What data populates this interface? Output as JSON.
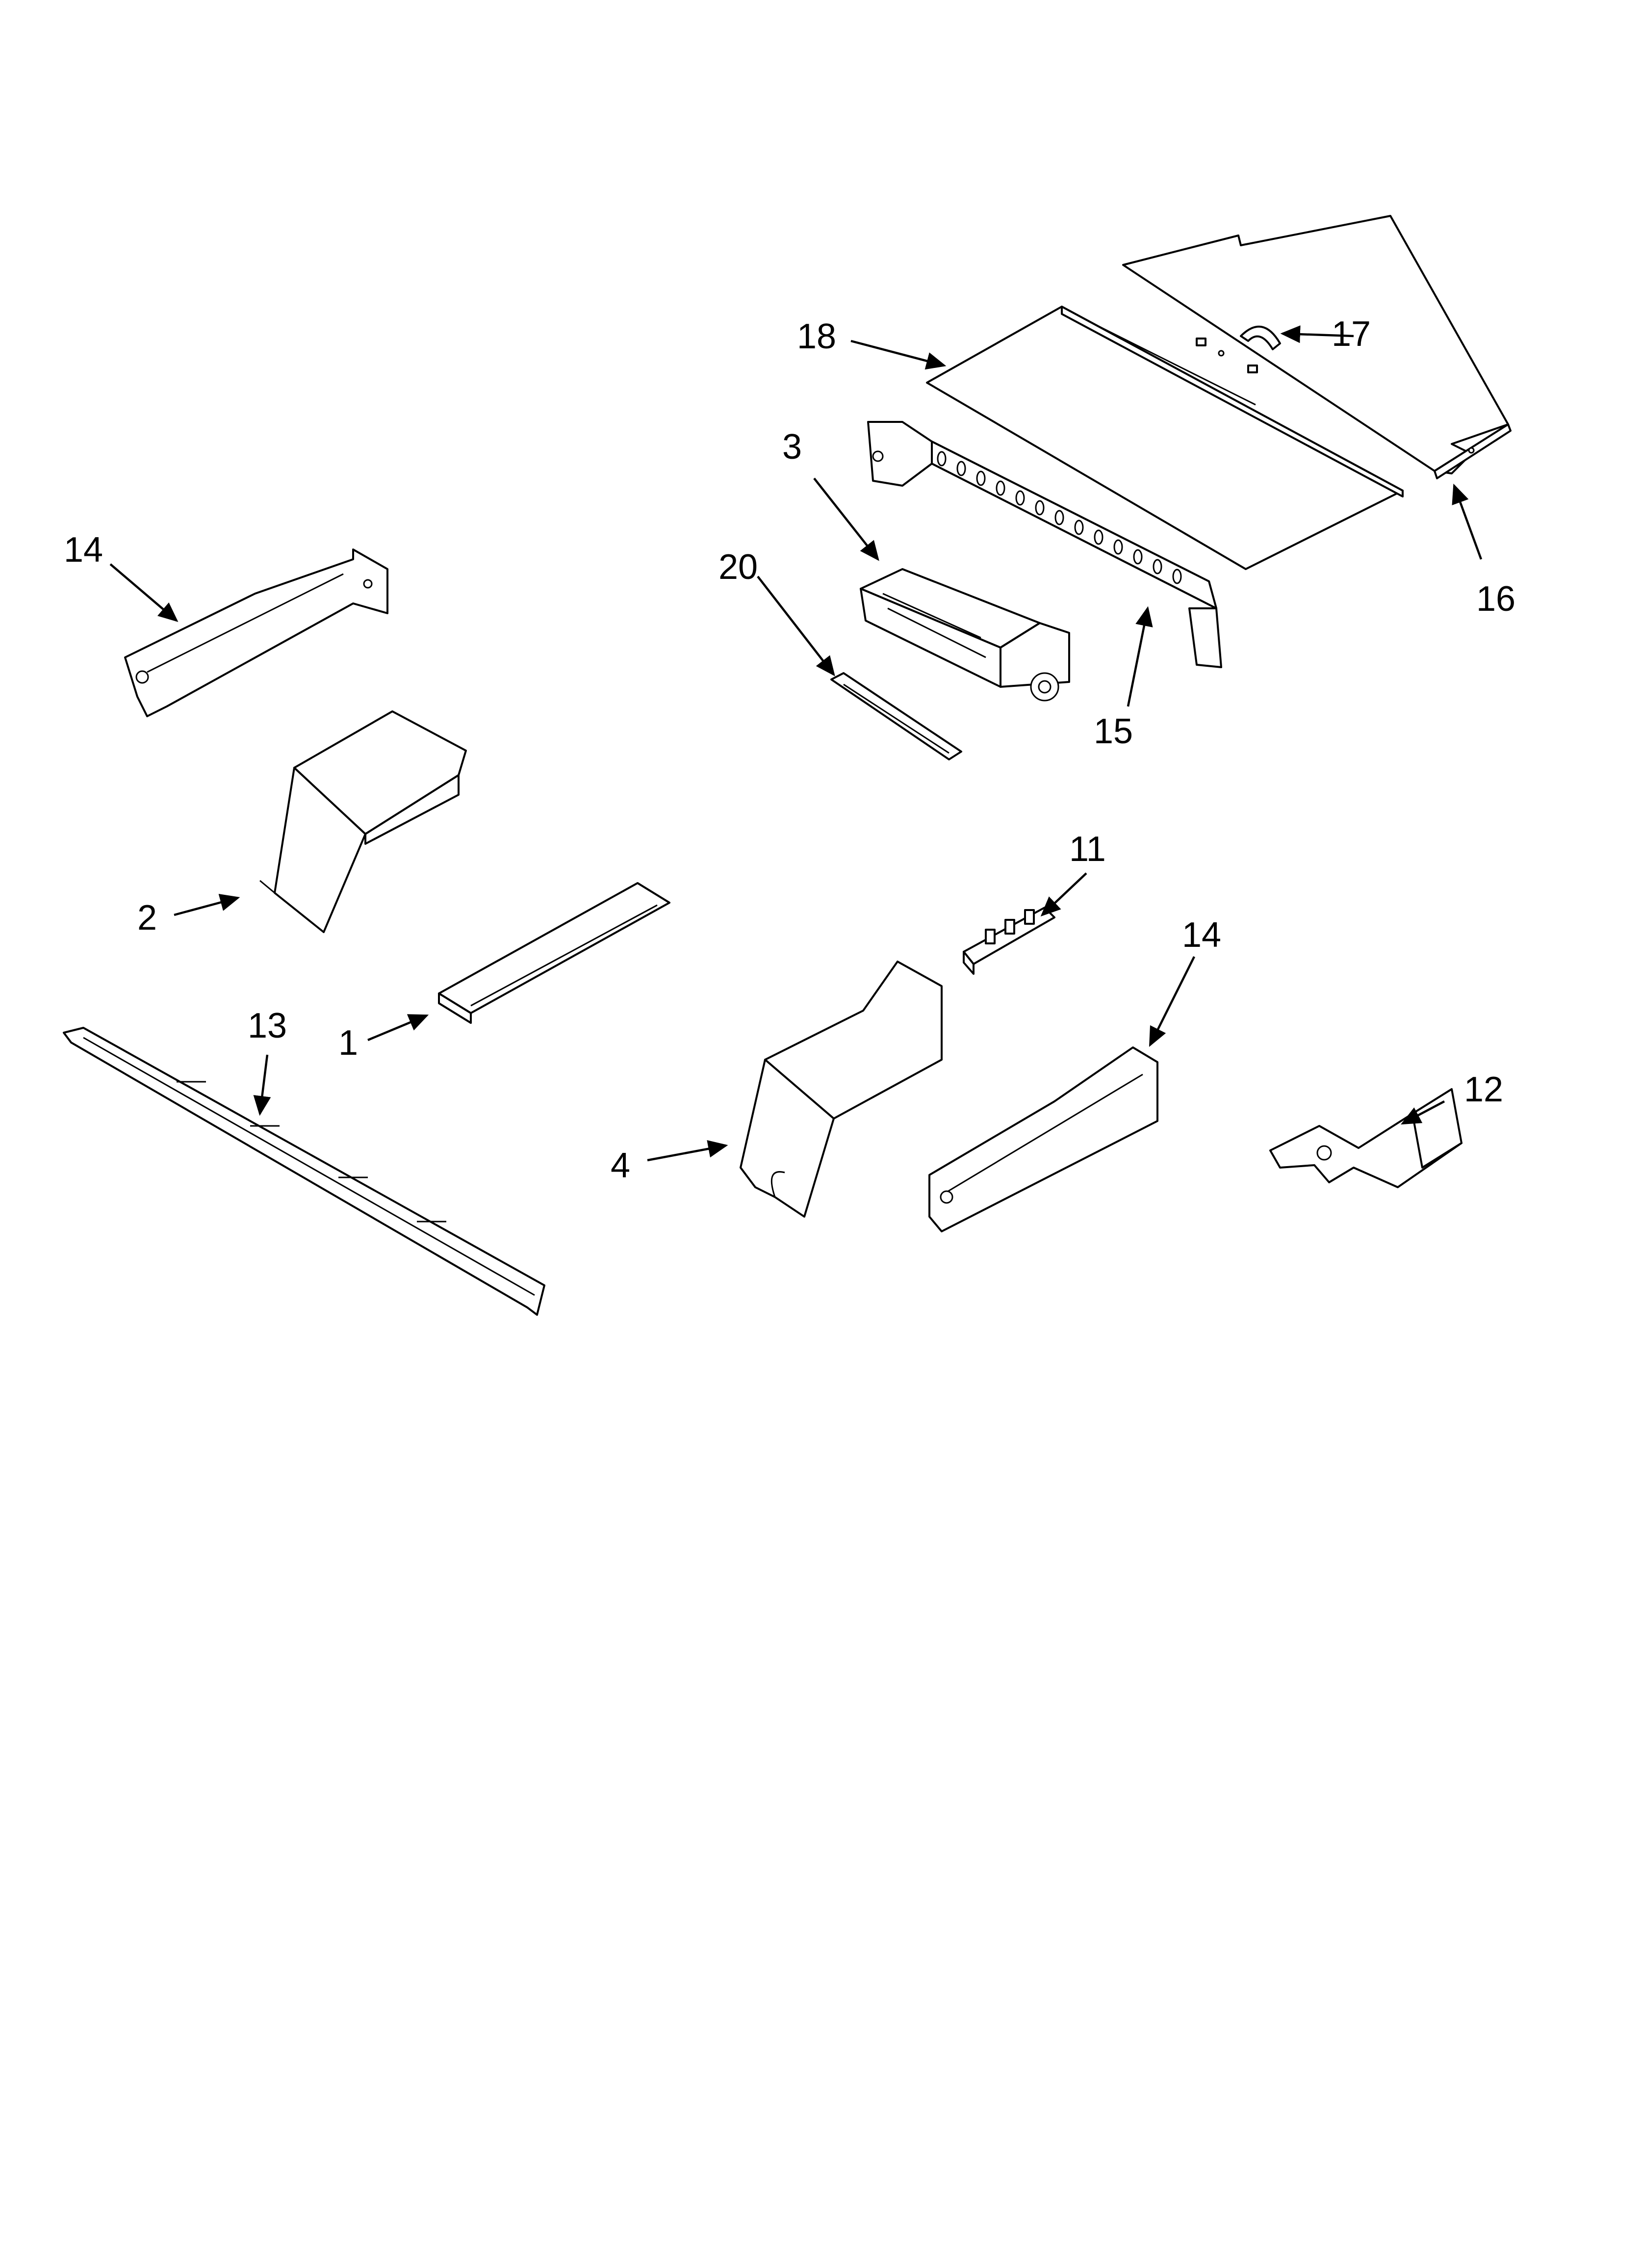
{
  "diagram": {
    "callouts": [
      {
        "id": "c18",
        "label": "18"
      },
      {
        "id": "c17",
        "label": "17"
      },
      {
        "id": "c16",
        "label": "16"
      },
      {
        "id": "c15",
        "label": "15"
      },
      {
        "id": "c3",
        "label": "3"
      },
      {
        "id": "c20",
        "label": "20"
      },
      {
        "id": "c14a",
        "label": "14"
      },
      {
        "id": "c2",
        "label": "2"
      },
      {
        "id": "c1",
        "label": "1"
      },
      {
        "id": "c13",
        "label": "13"
      },
      {
        "id": "c11",
        "label": "11"
      },
      {
        "id": "c14b",
        "label": "14"
      },
      {
        "id": "c4",
        "label": "4"
      },
      {
        "id": "c12",
        "label": "12"
      }
    ]
  }
}
